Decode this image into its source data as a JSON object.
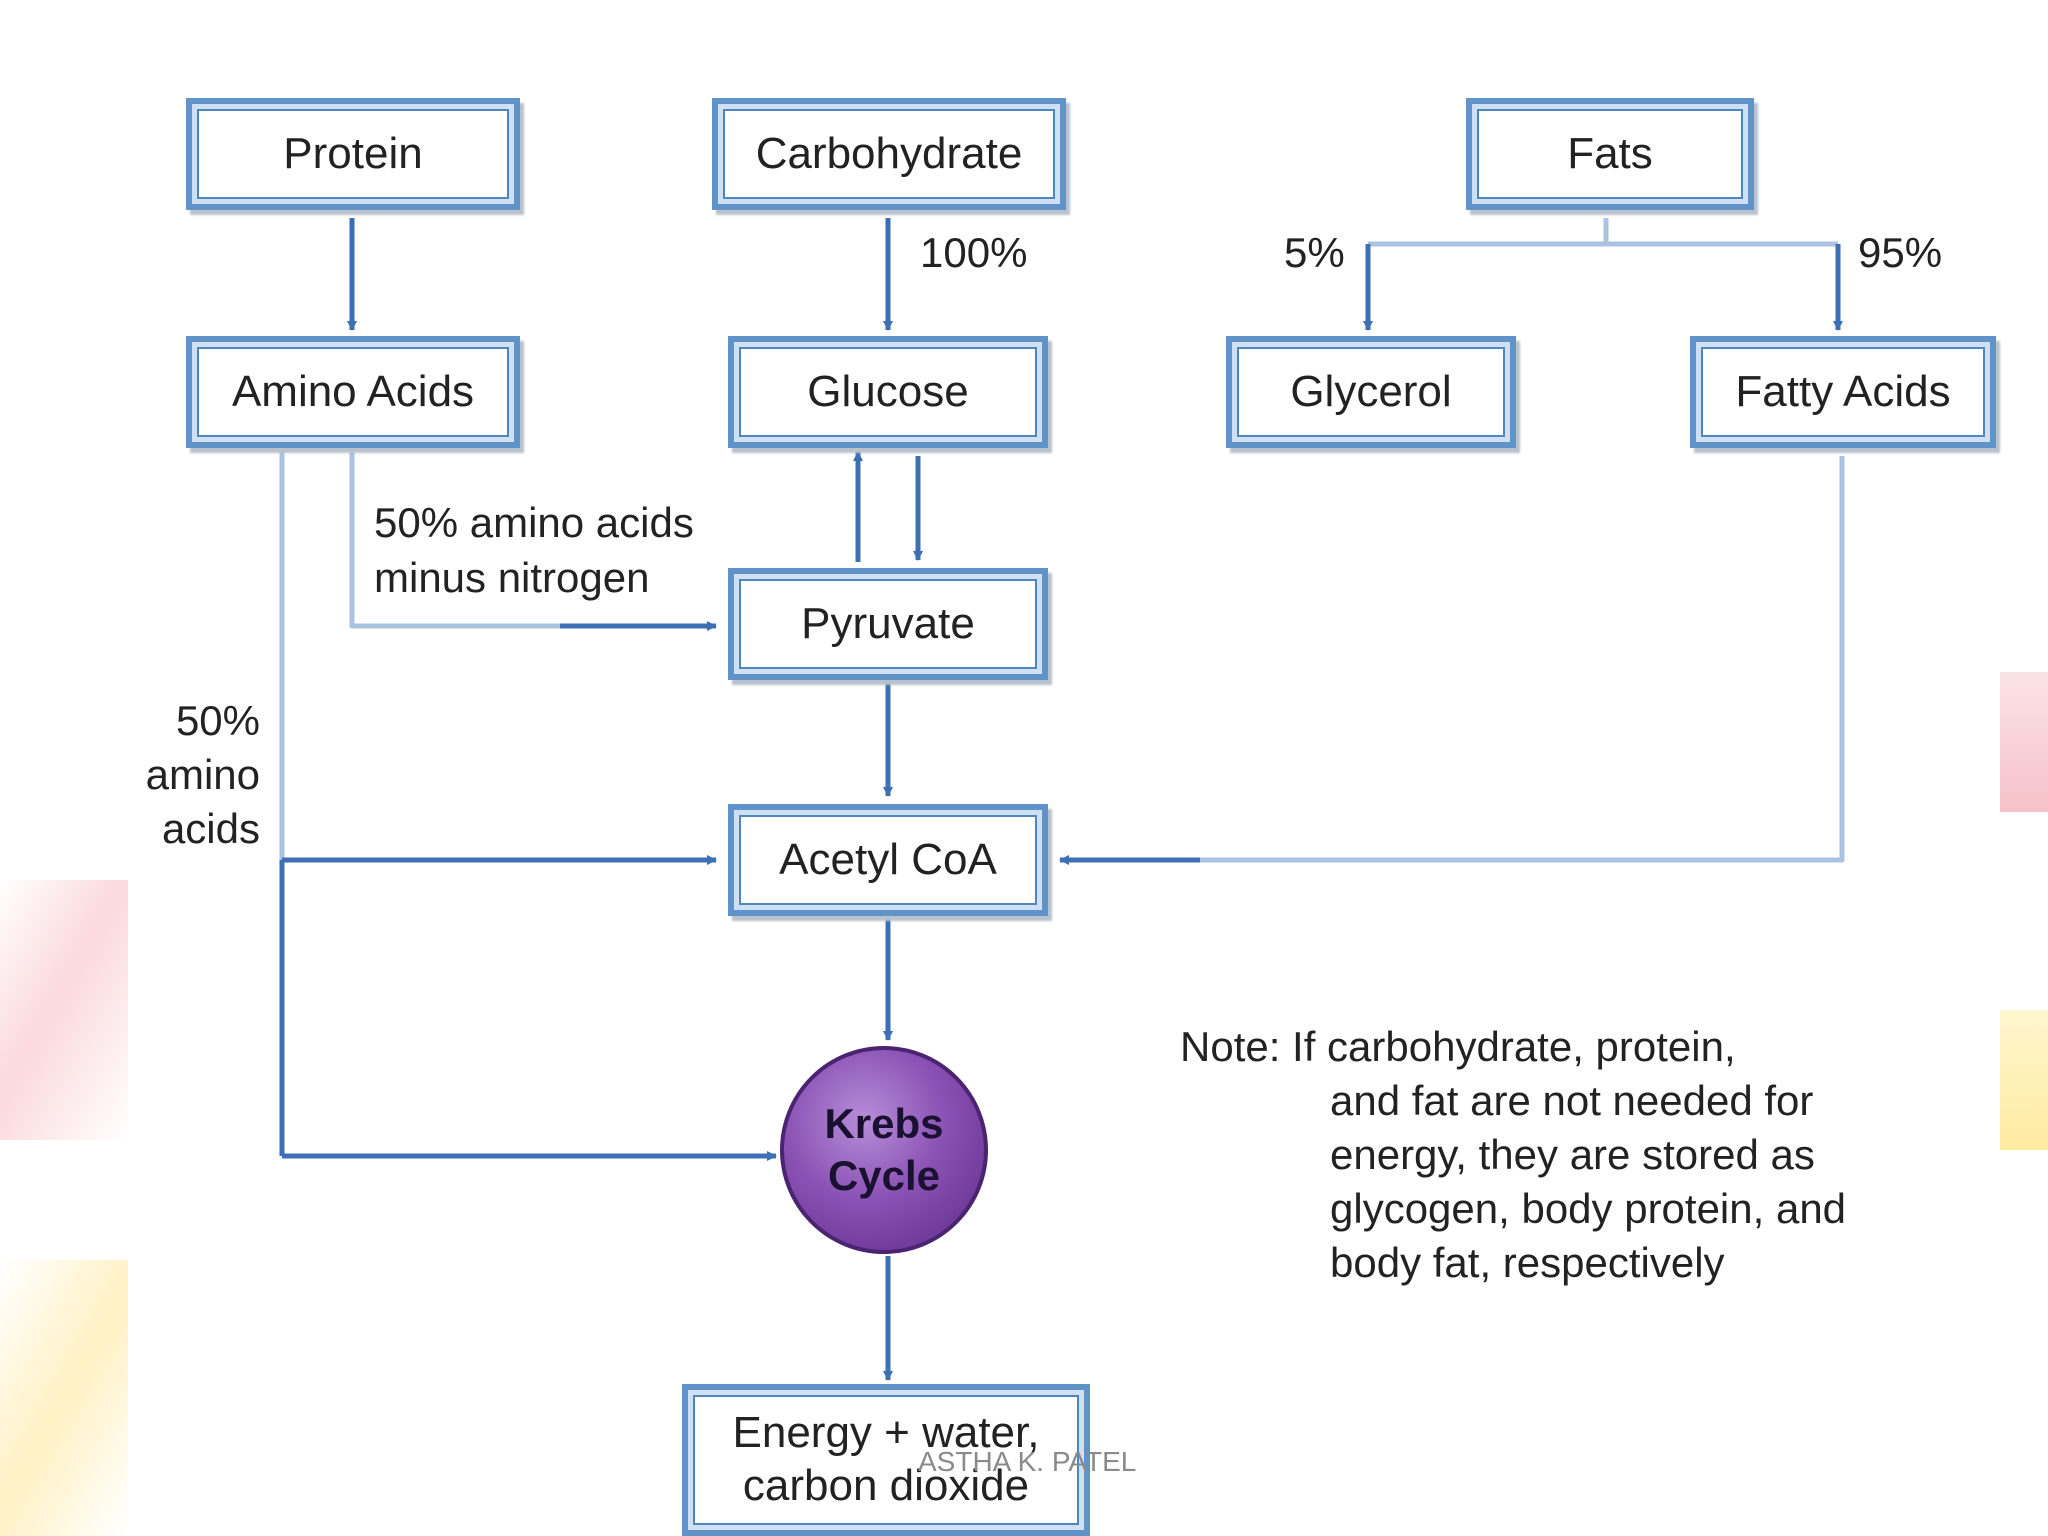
{
  "nodes": {
    "protein": "Protein",
    "carbohydrate": "Carbohydrate",
    "fats": "Fats",
    "amino_acids": "Amino Acids",
    "glucose": "Glucose",
    "glycerol": "Glycerol",
    "fatty_acids": "Fatty Acids",
    "pyruvate": "Pyruvate",
    "acetyl_coa": "Acetyl CoA",
    "krebs_line1": "Krebs",
    "krebs_line2": "Cycle",
    "energy_line1": "Energy + water,",
    "energy_line2": "carbon dioxide"
  },
  "labels": {
    "carb_pct": "100%",
    "glycerol_pct": "5%",
    "fatty_pct": "95%",
    "amino_nitrogen_line1": "50% amino acids",
    "amino_nitrogen_line2": "minus nitrogen",
    "amino_direct_line1": "50%",
    "amino_direct_line2": "amino",
    "amino_direct_line3": "acids"
  },
  "note": {
    "line1": "Note: If carbohydrate, protein,",
    "line2": "and fat are not needed for",
    "line3": "energy, they are stored as",
    "line4": "glycogen, body protein, and",
    "line5": "body fat, respectively"
  },
  "watermark": "ASTHA K. PATEL",
  "colors": {
    "arrow": "#3d6fb4",
    "arrow_light": "#a9c3e0",
    "box_border": "#5f93c9",
    "krebs": "#8a52b4"
  }
}
